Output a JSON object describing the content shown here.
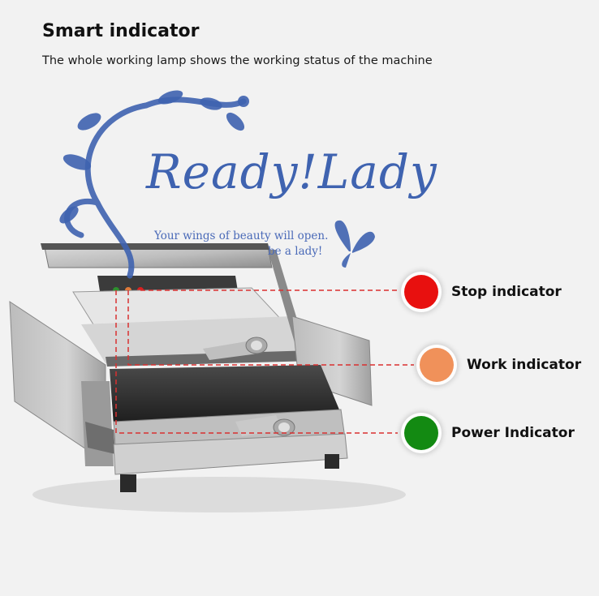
{
  "header": {
    "title": "Smart indicator",
    "subtitle": "The whole working lamp shows the working status of the machine"
  },
  "watermark": {
    "brand": "Ready!Lady",
    "tagline_1": "Your wings of beauty will open.",
    "tagline_2": "be a lady!",
    "color": "#3f63b0"
  },
  "indicators": [
    {
      "label": "Stop indicator",
      "color": "#e8100f"
    },
    {
      "label": "Work indicator",
      "color": "#f0915a"
    },
    {
      "label": "Power Indicator",
      "color": "#138a12"
    }
  ],
  "leader_line_color": "#d93030"
}
